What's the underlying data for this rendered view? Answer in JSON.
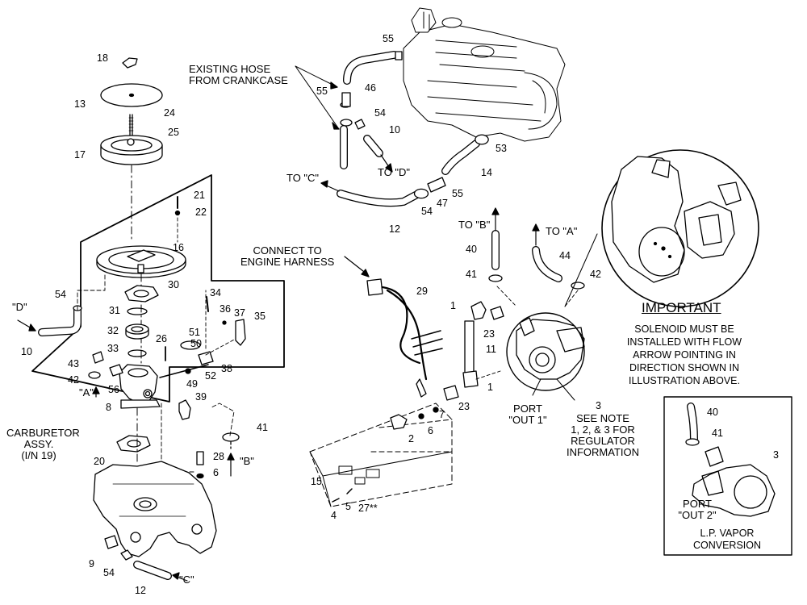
{
  "callouts": {
    "c18": "18",
    "c13": "13",
    "c24": "24",
    "c25": "25",
    "c17": "17",
    "c21": "21",
    "c22": "22",
    "c16": "16",
    "c54a": "54",
    "c30": "30",
    "c34": "34",
    "c31": "31",
    "c36": "36",
    "c37": "37",
    "c35": "35",
    "c32": "32",
    "c51": "51",
    "c26": "26",
    "c50": "50",
    "c33": "33",
    "c43": "43",
    "c52": "52",
    "c38": "38",
    "c42a": "42",
    "c56": "56",
    "c49": "49",
    "c39": "39",
    "c8": "8",
    "c10a": "10",
    "c41a": "41",
    "c20": "20",
    "c28": "28",
    "c6a": "6",
    "c9": "9",
    "c54b": "54",
    "c12a": "12",
    "c55a": "55",
    "c55b": "55",
    "c46": "46",
    "c54c": "54",
    "c10b": "10",
    "c53": "53",
    "c14": "14",
    "c55c": "55",
    "c47": "47",
    "c54d": "54",
    "c12b": "12",
    "c40a": "40",
    "c41b": "41",
    "c44": "44",
    "c42b": "42",
    "c29": "29",
    "c1a": "1",
    "c23a": "23",
    "c11": "11",
    "c1b": "1",
    "c23b": "23",
    "c7": "7",
    "c6b": "6",
    "c2": "2",
    "c15": "15",
    "c5": "5",
    "c4": "4",
    "c27": "27**",
    "c3a": "3",
    "c40b": "40",
    "c41c": "41",
    "c3b": "3"
  },
  "captions": {
    "existing_hose_1": "EXISTING HOSE",
    "existing_hose_2": "FROM CRANKCASE",
    "to_c": "TO \"C\"",
    "to_d": "TO \"D\"",
    "to_b": "TO \"B\"",
    "to_a": "TO \"A\"",
    "connect_1": "CONNECT TO",
    "connect_2": "ENGINE HARNESS",
    "d_in": "\"D\"",
    "a_in": "\"A\"",
    "b_in": "\"B\"",
    "c_in": "\"C\"",
    "carb_1": "CARBURETOR",
    "carb_2": "ASSY.",
    "carb_3": "(I/N 19)",
    "port1_1": "PORT",
    "port1_2": "\"OUT 1\"",
    "note_1": "SEE NOTE",
    "note_2": "1, 2, & 3 FOR",
    "note_3": "REGULATOR",
    "note_4": "INFORMATION",
    "port2_1": "PORT",
    "port2_2": "\"OUT 2\""
  },
  "important": {
    "title": "IMPORTANT",
    "body": "SOLENOID MUST BE INSTALLED WITH FLOW ARROW POINTING IN DIRECTION SHOWN IN ILLUSTRATION ABOVE."
  },
  "lp_conversion": {
    "line1": "L.P. VAPOR",
    "line2": "CONVERSION"
  }
}
